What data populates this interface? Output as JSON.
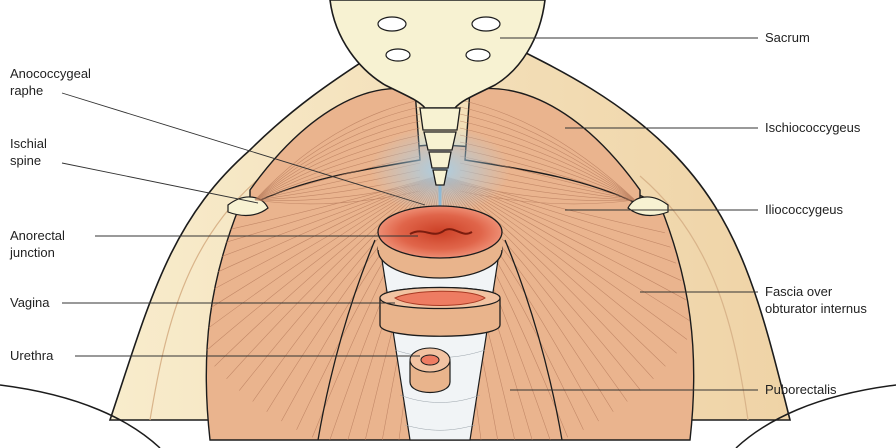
{
  "figure": {
    "labels": {
      "sacrum": "Sacrum",
      "anococcygeal": [
        "Anococcygeal",
        "raphe"
      ],
      "ischiococcygeus": "Ischiococcygeus",
      "ischial_spine": [
        "Ischial",
        "spine"
      ],
      "iliococcygeus": "Iliococcygeus",
      "anorectal": [
        "Anorectal",
        "junction"
      ],
      "fascia": [
        "Fascia over",
        "obturator internus"
      ],
      "vagina": "Vagina",
      "urethra": "Urethra",
      "puborectalis": "Puborectalis"
    },
    "colors": {
      "muscle": "#eab48e",
      "muscle_light": "#f4d4b8",
      "bone": "#f7f2d2",
      "fascia": "#f5e7c4",
      "outline": "#1c1c1c",
      "tissue_pink": "#ee7c62",
      "tissue_red": "#cc4026",
      "raphe_blue": "#a9cfe6"
    }
  }
}
